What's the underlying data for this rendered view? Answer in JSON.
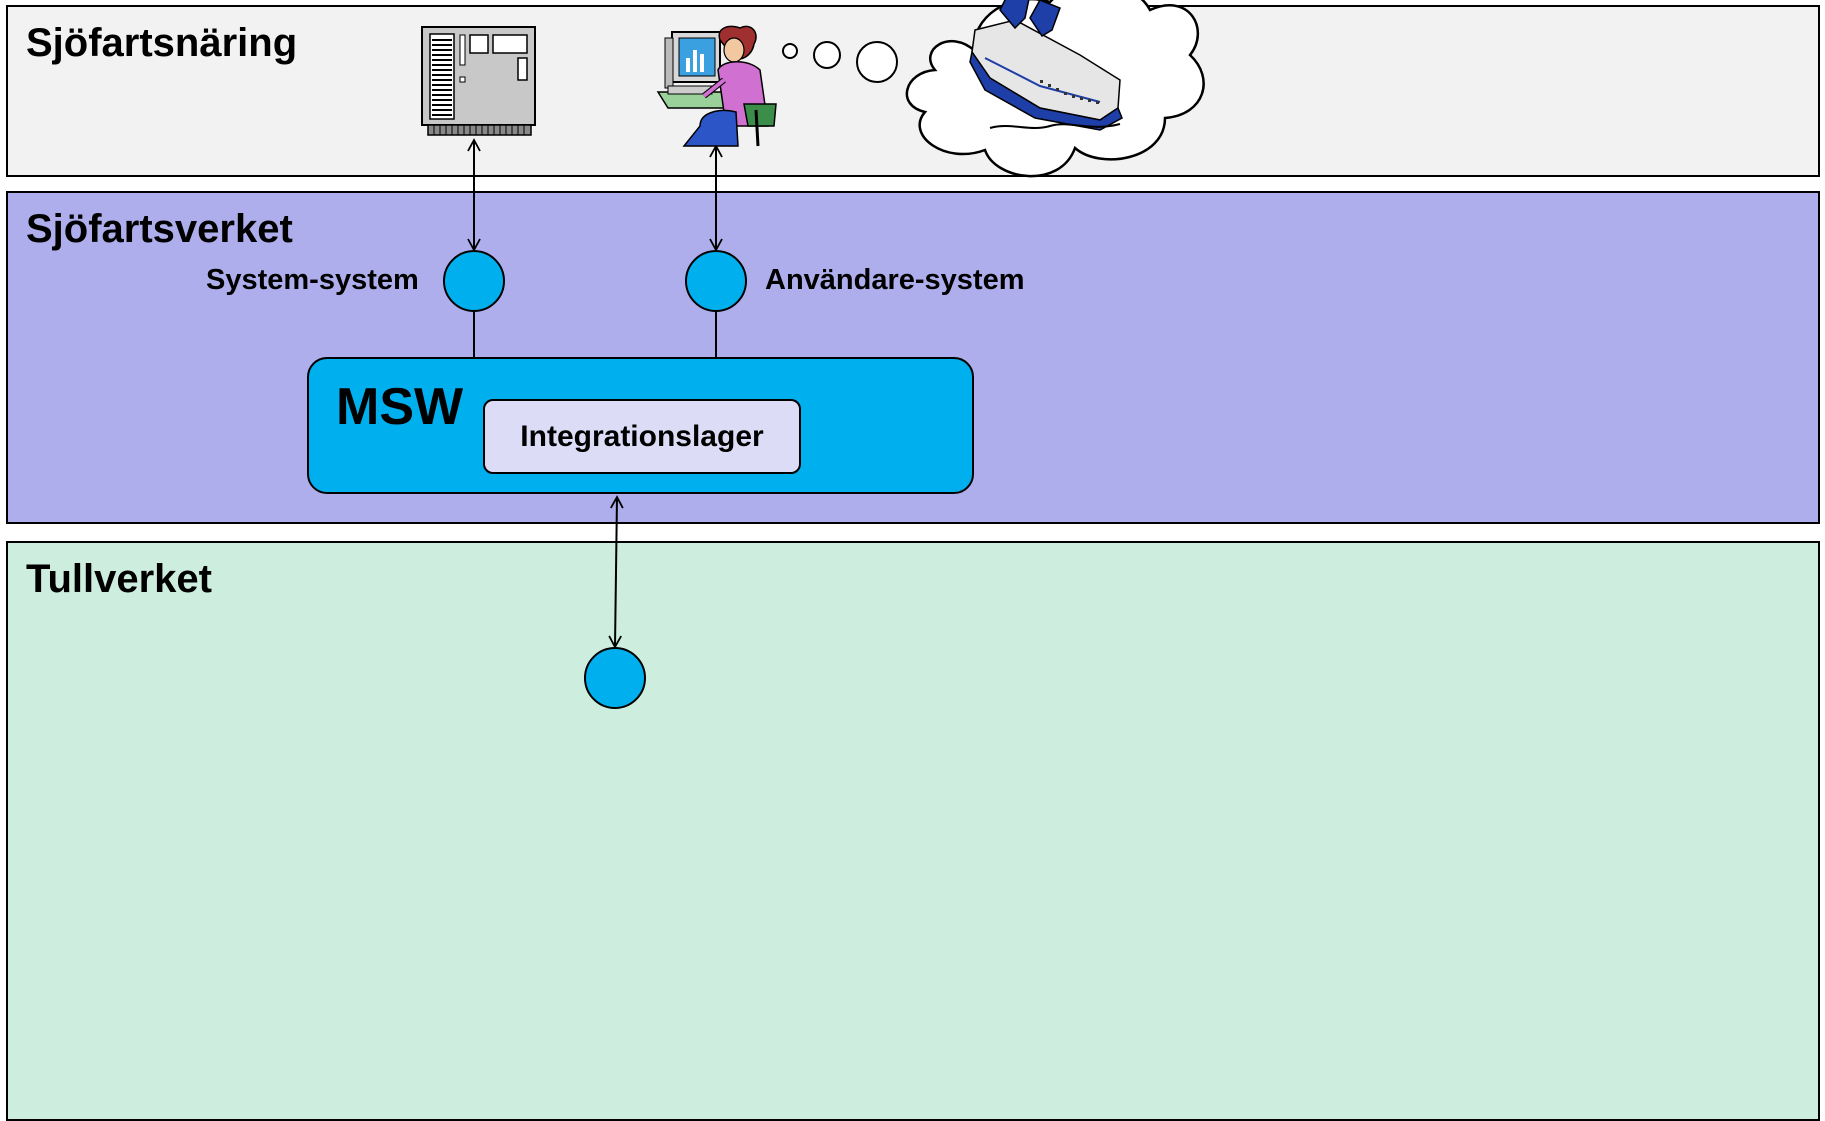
{
  "bands": {
    "top": {
      "title": "Sjöfartsnäring"
    },
    "middle": {
      "title": "Sjöfartsverket"
    },
    "bottom": {
      "title": "Tullverket"
    }
  },
  "ports": {
    "system_system": "System-system",
    "user_system": "Användare-system"
  },
  "msw": {
    "title": "MSW",
    "integration_layer": "Integrationslager"
  },
  "illustrations": {
    "server": "server-icon",
    "user": "user-at-computer-icon",
    "ship": "ship-icon",
    "thought": "thought-cloud-icon"
  },
  "colors": {
    "top_band": "#f2f2f2",
    "middle_band": "#aeaeec",
    "bottom_band": "#cdeddf",
    "port": "#00b0ee",
    "msw_box": "#00b0ee",
    "integration_box": "#dcdcf6"
  }
}
